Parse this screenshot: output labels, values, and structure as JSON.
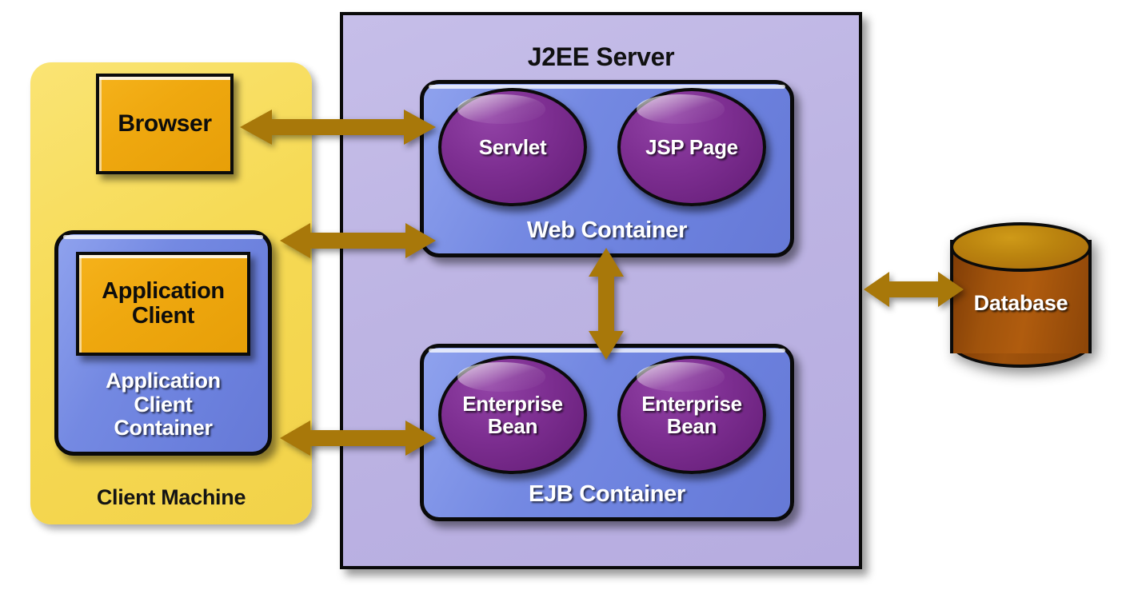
{
  "diagram": {
    "title": "J2EE Server",
    "accent_colors": {
      "client_machine_yellow": "#f6da55",
      "j2ee_server_lavender": "#bdb4e3",
      "container_blue": "#7489e2",
      "component_purple": "#7e2f92",
      "gold_box": "#efa80f",
      "database_brown": "#a0530c",
      "arrow_goldenrod": "#a8780a"
    }
  },
  "client_machine": {
    "label": "Client Machine",
    "browser": {
      "label": "Browser"
    },
    "app_client_container": {
      "label": "Application\nClient\nContainer",
      "label_lines": [
        "Application",
        "Client",
        "Container"
      ],
      "app_client": {
        "label": "Application\nClient",
        "label_lines": [
          "Application",
          "Client"
        ]
      }
    }
  },
  "j2ee_server": {
    "title": "J2EE Server",
    "web_container": {
      "label": "Web Container",
      "components": [
        {
          "label": "Servlet"
        },
        {
          "label": "JSP Page"
        }
      ]
    },
    "ejb_container": {
      "label": "EJB Container",
      "components": [
        {
          "label": "Enterprise\nBean",
          "label_lines": [
            "Enterprise",
            "Bean"
          ]
        },
        {
          "label": "Enterprise\nBean",
          "label_lines": [
            "Enterprise",
            "Bean"
          ]
        }
      ]
    }
  },
  "database": {
    "label": "Database"
  },
  "connections": [
    {
      "name": "browser-to-web-container",
      "from": "Browser",
      "to": "Web Container",
      "direction": "bidirectional",
      "orientation": "horizontal"
    },
    {
      "name": "app-client-container-to-web-container",
      "from": "Application Client Container",
      "to": "Web Container",
      "direction": "bidirectional",
      "orientation": "horizontal"
    },
    {
      "name": "app-client-container-to-ejb-container",
      "from": "Application Client Container",
      "to": "EJB Container",
      "direction": "bidirectional",
      "orientation": "horizontal"
    },
    {
      "name": "web-container-to-ejb-container",
      "from": "Web Container",
      "to": "EJB Container",
      "direction": "bidirectional",
      "orientation": "vertical"
    },
    {
      "name": "j2ee-server-to-database",
      "from": "J2EE Server",
      "to": "Database",
      "direction": "bidirectional",
      "orientation": "horizontal"
    }
  ]
}
